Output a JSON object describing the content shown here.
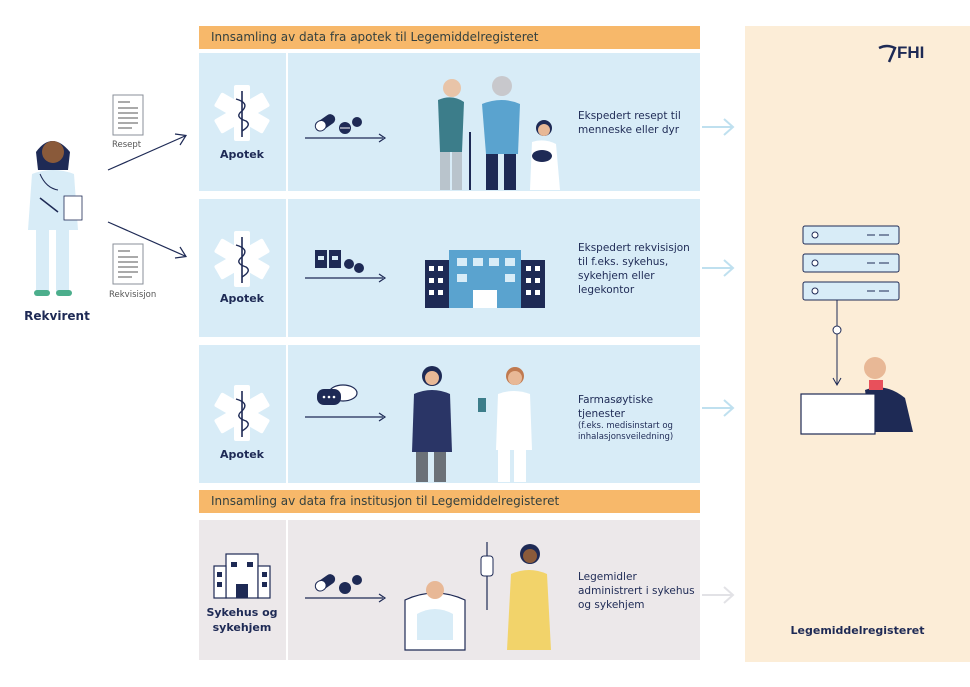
{
  "headers": {
    "pharmacy": "Innsamling av data fra apotek til Legemiddelregisteret",
    "institution": "Innsamling av data fra institusjon til Legemiddelregisteret"
  },
  "prescriber": {
    "label": "Rekvirent"
  },
  "documents": {
    "prescription": "Resept",
    "requisition": "Rekvisisjon"
  },
  "rows": [
    {
      "source": "Apotek",
      "description": "Ekspedert resept til menneske eller dyr"
    },
    {
      "source": "Apotek",
      "description": "Ekspedert rekvisisjon til f.eks. sykehus, sykehjem eller legekontor"
    },
    {
      "source": "Apotek",
      "description": "Farmasøytiske tjenester",
      "note": "(f.eks. medisinstart og inhalasjonsveiledning)"
    },
    {
      "source": "Sykehus og sykehjem",
      "description": "Legemidler administrert i sykehus og sykehjem"
    }
  ],
  "registry": {
    "title": "Legemiddelregisteret",
    "logo_text": "FHI"
  },
  "colors": {
    "navy": "#1e2a55",
    "header": "#f7b86a",
    "rowBlue": "#d8ecf7",
    "rowGrey": "#ece8ea",
    "panel": "#fcedd7",
    "arrowLight": "#bfe0ef"
  }
}
